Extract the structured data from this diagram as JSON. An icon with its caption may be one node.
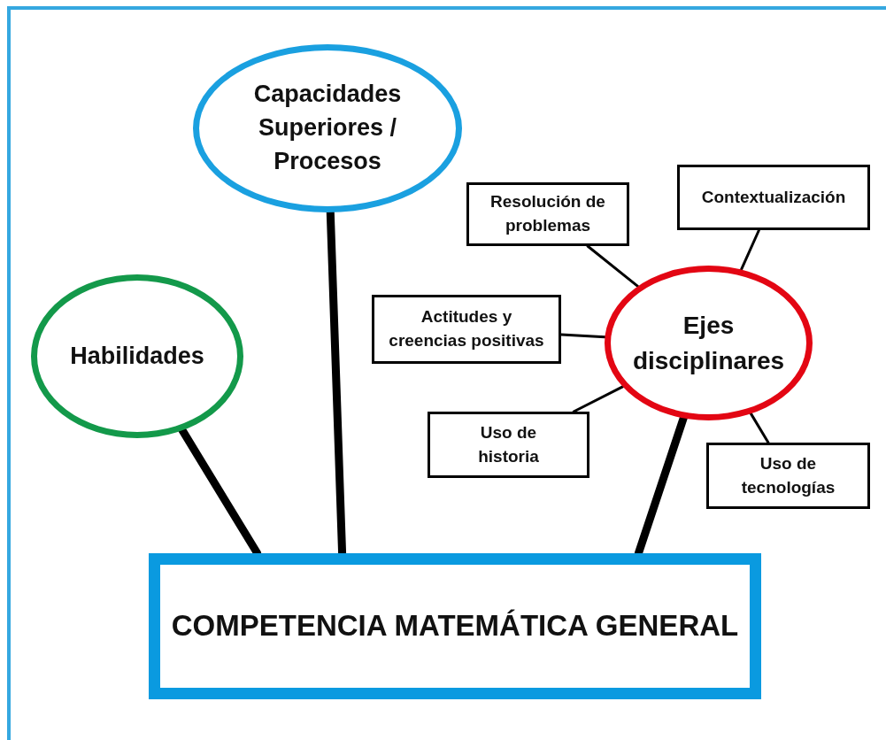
{
  "diagram": {
    "nodes": [
      {
        "text": [
          "Capacidades Superiores / Procesos"
        ]
      },
      {
        "text": [
          "Contextualización"
        ]
      },
      {
        "text": [
          "Resolución de problemas"
        ]
      },
      {
        "text": [
          "Actitudes y creencias positivas"
        ]
      },
      {
        "text": [
          "Ejes disciplinares"
        ]
      },
      {
        "text": [
          "Habilidades"
        ]
      },
      {
        "text": [
          "Uso de historia"
        ]
      },
      {
        "text": [
          "Uso de tecnologías"
        ]
      },
      {
        "text": [
          "COMPETENCIA MATEMÁTICA GENERAL"
        ]
      }
    ],
    "edges": [
      {
        "from": 5,
        "to": 8,
        "arrow": "none",
        "style": "thick"
      },
      {
        "from": 0,
        "to": 8,
        "arrow": "none",
        "style": "thick"
      },
      {
        "from": 4,
        "to": 8,
        "arrow": "none",
        "style": "thick"
      },
      {
        "from": 4,
        "to": 2,
        "arrow": "none"
      },
      {
        "from": 4,
        "to": 1,
        "arrow": "none"
      },
      {
        "from": 4,
        "to": 3,
        "arrow": "none"
      },
      {
        "from": 4,
        "to": 6,
        "arrow": "none"
      },
      {
        "from": 4,
        "to": 7,
        "arrow": "none"
      }
    ]
  }
}
